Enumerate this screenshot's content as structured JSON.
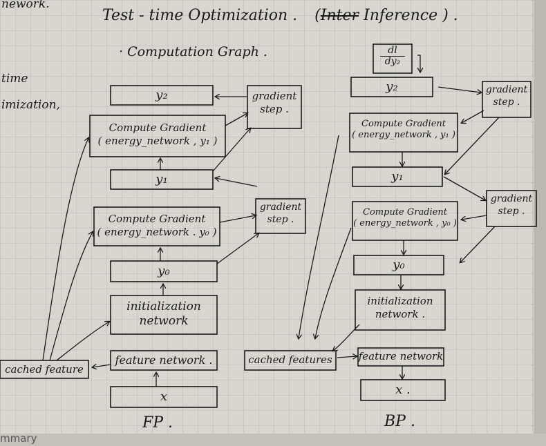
{
  "margin_notes": {
    "top_left": "nework.",
    "time": "time",
    "imization": "imization,",
    "summary": "mmary"
  },
  "title": {
    "main": "Test - time Optimization .",
    "paren_open": "(",
    "struck": "Inter",
    "paren_rest": "Inference ) ."
  },
  "subtitle": "· Computation Graph .",
  "fp": {
    "label": "FP .",
    "y2": "y₂",
    "grad_step_top": [
      "gradient",
      "step ."
    ],
    "compute_grad_1": [
      "Compute Gradient",
      "( energy_network , y₁ )"
    ],
    "y1": "y₁",
    "grad_step_bottom": [
      "gradient",
      "step ."
    ],
    "compute_grad_0": [
      "Compute Gradient",
      "( energy_network . y₀ )"
    ],
    "y0": "y₀",
    "init_network": [
      "initialization",
      "network"
    ],
    "cached_feature": "cached feature",
    "feature_network": "feature network .",
    "x": "x"
  },
  "bp": {
    "label": "BP .",
    "dl_dy2": [
      "dl",
      "dy₂"
    ],
    "y2": "y₂",
    "grad_step_top": [
      "gradient",
      "step ."
    ],
    "compute_grad_1": [
      "Compute Gradient",
      "( energy_network , y₁ )"
    ],
    "y1": "y₁",
    "grad_step_bottom": [
      "gradient",
      "step ."
    ],
    "compute_grad_0": [
      "Compute Gradient",
      "( energy_network , y₀ )"
    ],
    "y0": "y₀",
    "init_network": [
      "initialization",
      "network ."
    ],
    "cached_features": "cached features",
    "feature_network": "feature network",
    "x": "x ."
  }
}
